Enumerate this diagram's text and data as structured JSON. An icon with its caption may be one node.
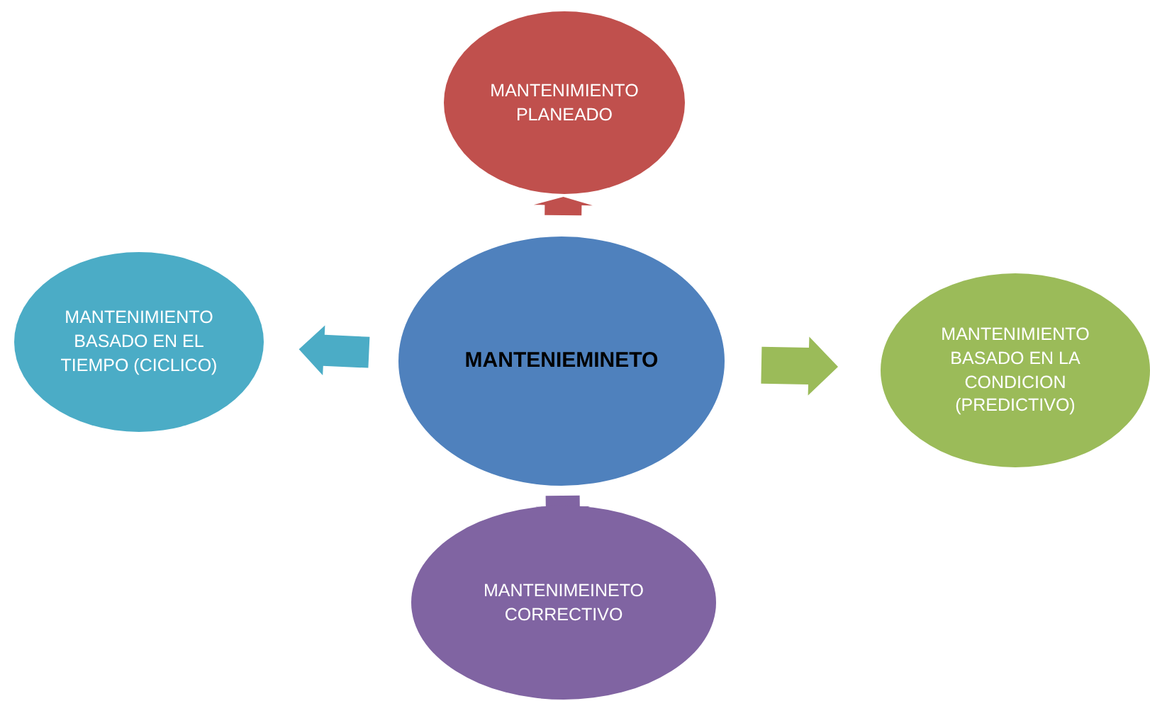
{
  "diagram": {
    "nodes": [
      {
        "text": [
          "MANTENIEMINETO"
        ]
      },
      {
        "text": [
          "MANTENIMIENTO PLANEADO"
        ]
      },
      {
        "text": [
          "MANTENIMIENTO BASADO EN EL TIEMPO (CICLICO)"
        ]
      },
      {
        "text": [
          "MANTENIMIENTO BASADO EN LA CONDICION (PREDICTIVO)"
        ]
      },
      {
        "text": [
          "MANTENIMEINETO CORRECTIVO"
        ]
      }
    ],
    "edges": [
      {
        "from": 0,
        "to": 1,
        "arrow": "to",
        "style": "thick",
        "color": "#c0504d"
      },
      {
        "from": 0,
        "to": 2,
        "arrow": "to",
        "style": "thick",
        "color": "#4bacc6"
      },
      {
        "from": 0,
        "to": 3,
        "arrow": "to",
        "style": "thick",
        "color": "#9bbb59"
      },
      {
        "from": 0,
        "to": 4,
        "arrow": "to",
        "style": "thick",
        "color": "#8064a2"
      }
    ]
  }
}
